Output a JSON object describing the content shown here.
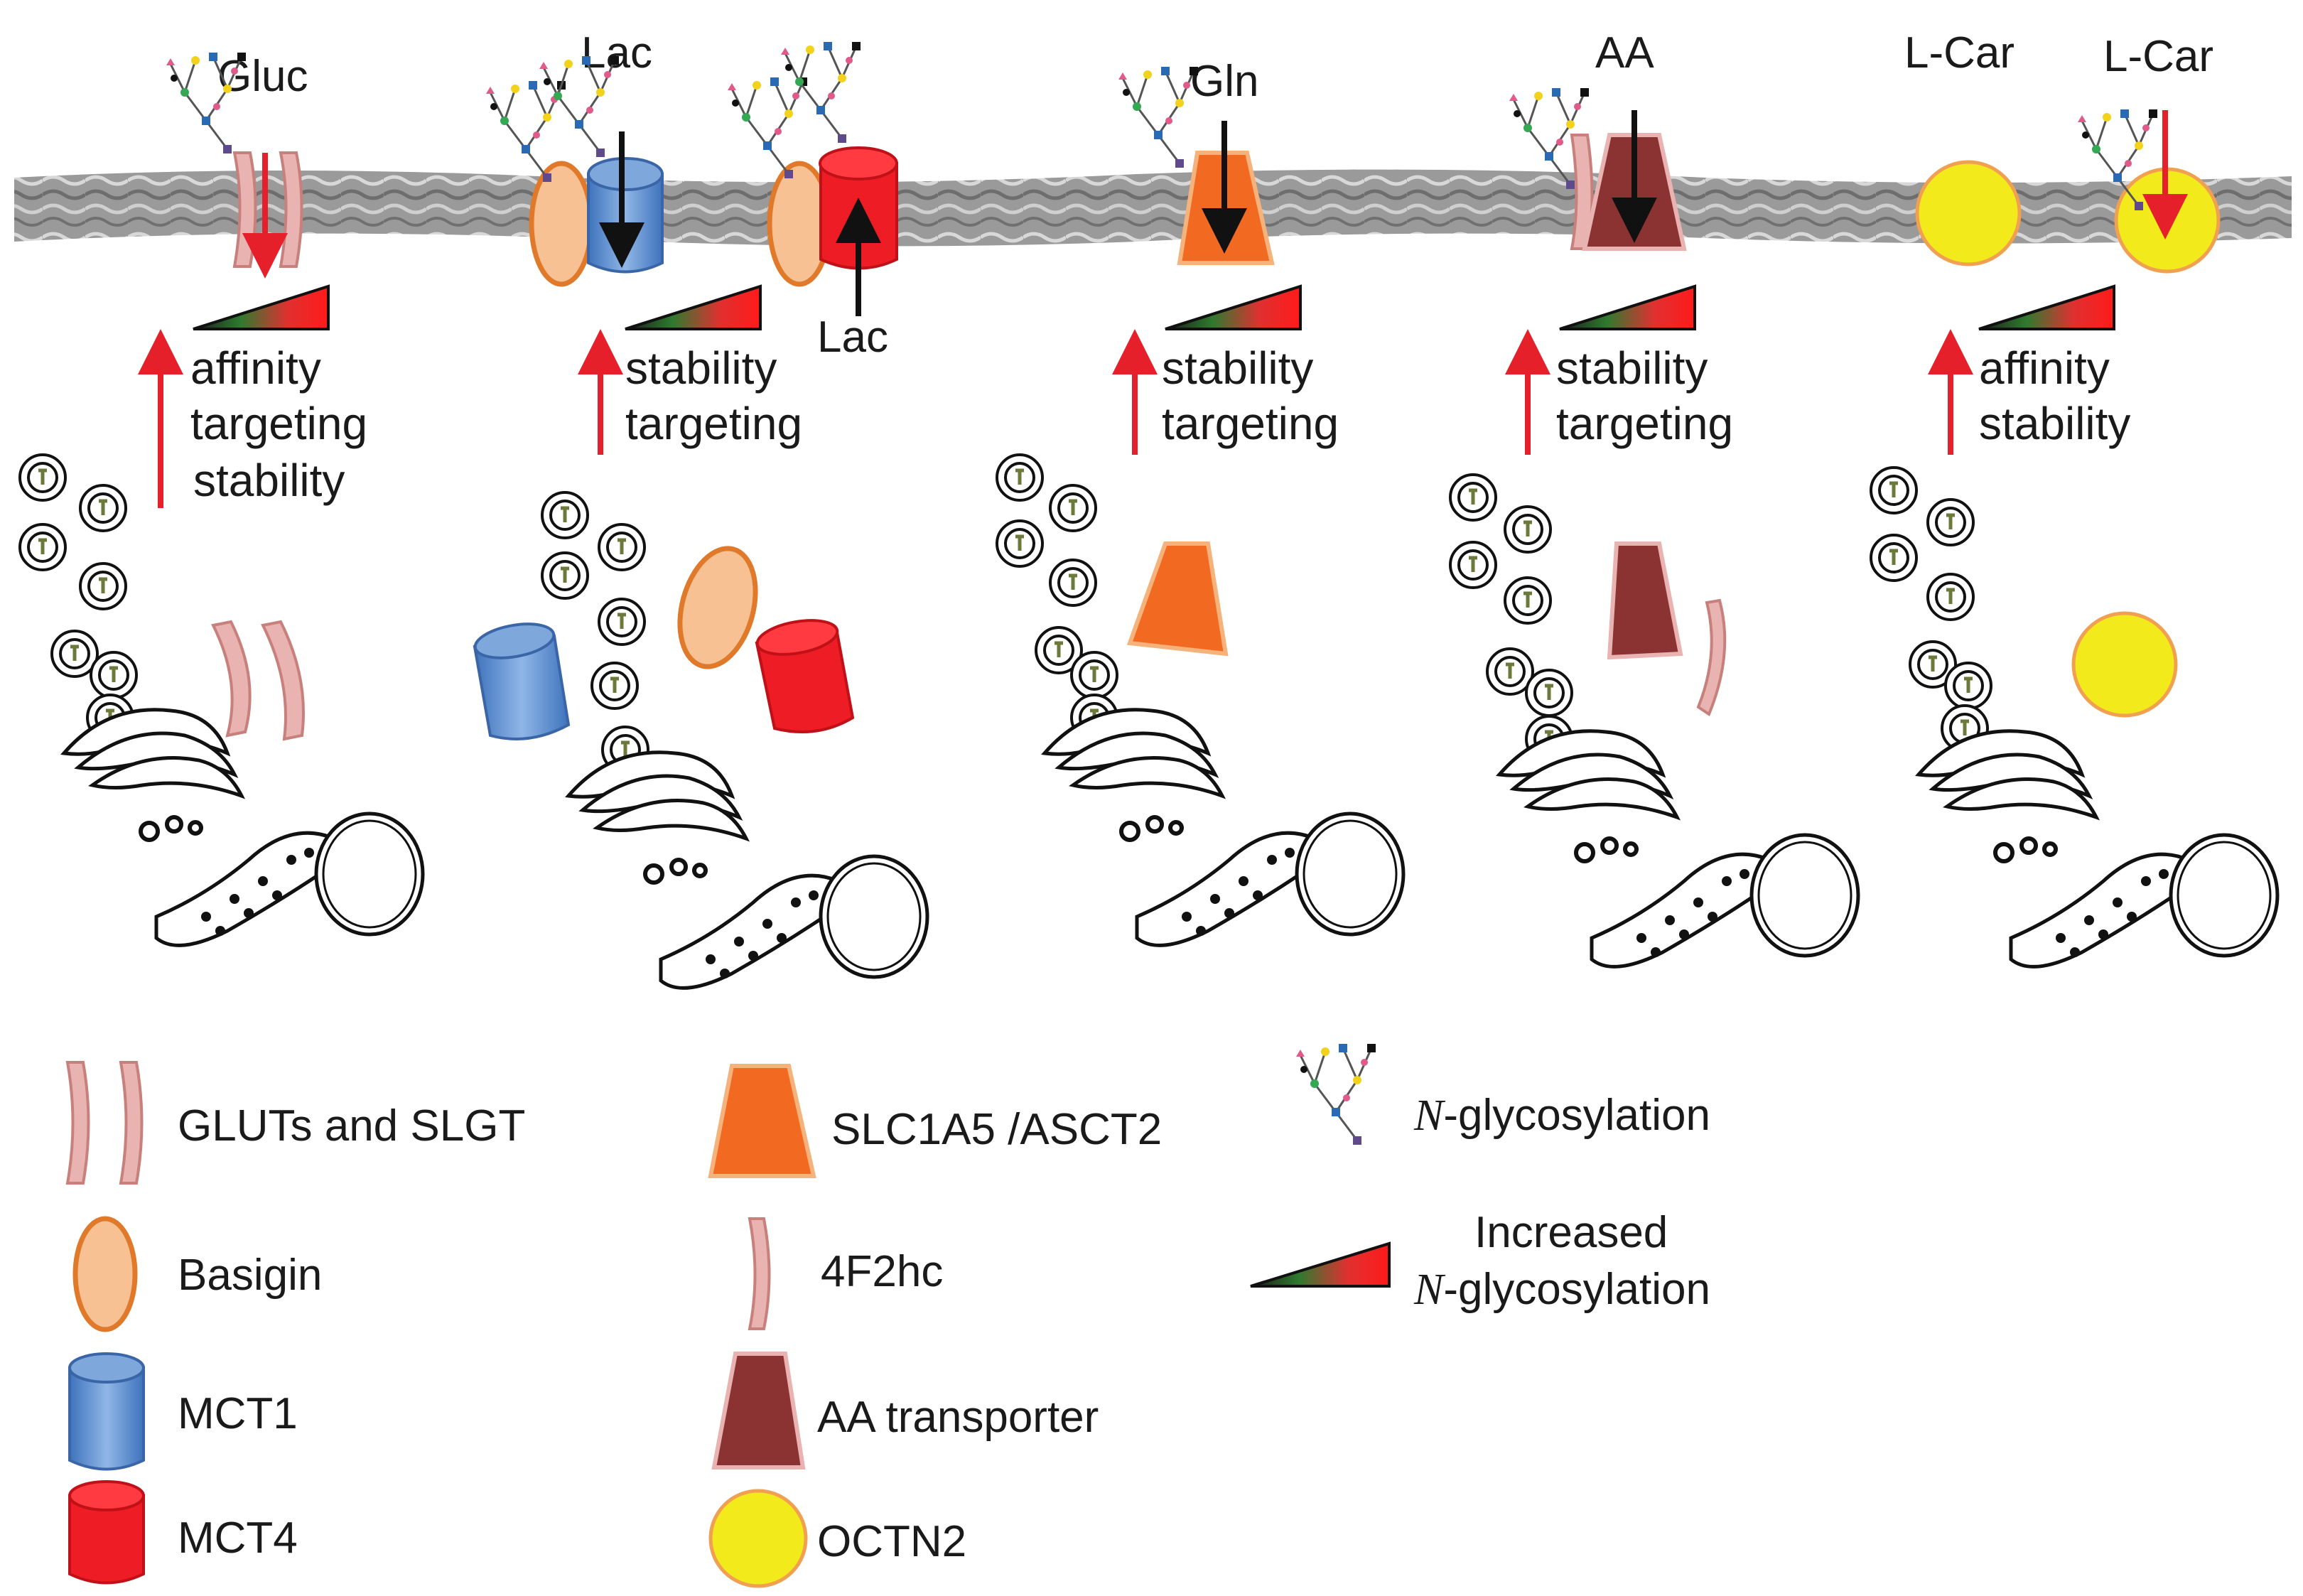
{
  "substrates": {
    "gluc": "Gluc",
    "lac_top": "Lac",
    "lac_bottom": "Lac",
    "gln": "Gln",
    "aa": "AA",
    "lcar_left": "L-Car",
    "lcar_right": "L-Car"
  },
  "properties": {
    "gluc": [
      "affinity",
      "targeting",
      "stability"
    ],
    "lac": [
      "stability",
      "targeting"
    ],
    "gln": [
      "stability",
      "targeting"
    ],
    "aa": [
      "stability",
      "targeting"
    ],
    "lcar": [
      "affinity",
      "stability"
    ]
  },
  "legend": {
    "gluts": "GLUTs and SLGT",
    "basigin": "Basigin",
    "mct1": "MCT1",
    "mct4": "MCT4",
    "slc1a5": "SLC1A5 /ASCT2",
    "f2hc": "4F2hc",
    "aa_transporter": "AA transporter",
    "octn2": "OCTN2",
    "nglyc_prefix": "N",
    "nglyc_suffix": "-glycosylation",
    "increased_line1": "Increased",
    "increased_prefix": "N",
    "increased_suffix": "-glycosylation"
  },
  "colors": {
    "glut": "#e8b3b0",
    "basigin": "#f7c193",
    "basigin_stroke": "#e07a2a",
    "mct1": "#5b8fd1",
    "mct4": "#ee1c24",
    "slc1a5": "#f26a21",
    "aa_transporter": "#8b3232",
    "octn2": "#f3ea1c",
    "arrow_red": "#e6202a",
    "membrane": "#8c8c8c"
  }
}
